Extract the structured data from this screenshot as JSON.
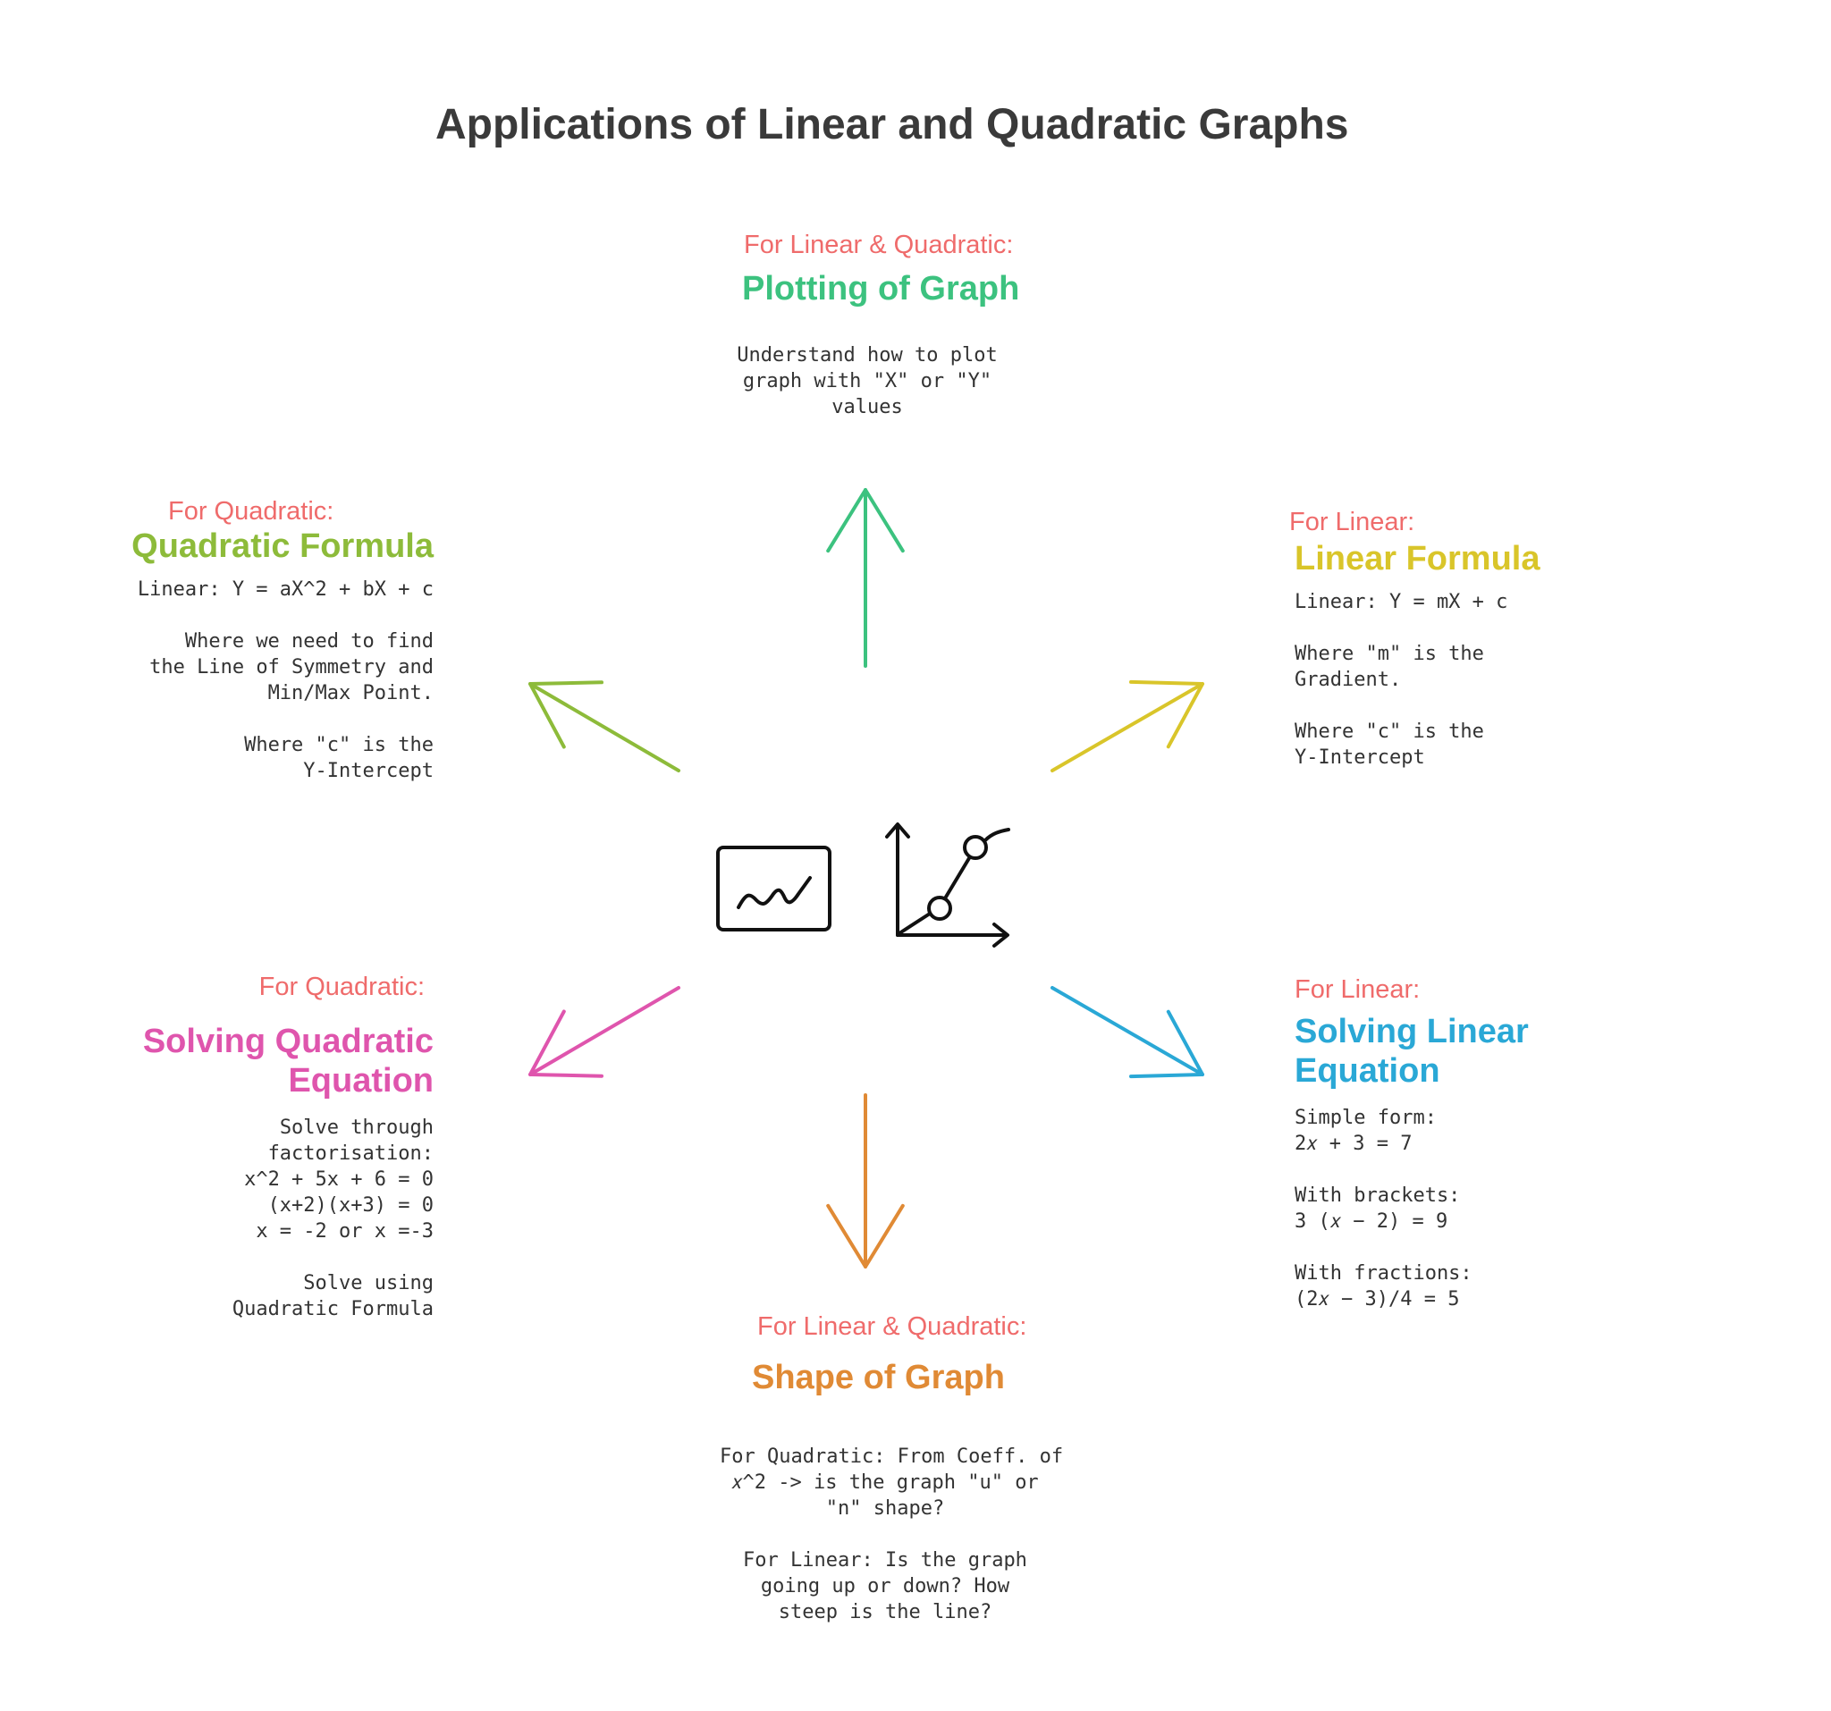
{
  "title": "Applications of Linear and Quadratic Graphs",
  "colors": {
    "label": "#ef6b6b",
    "plotting": "#3cc27f",
    "linear_formula": "#d9c52a",
    "solving_linear": "#2aa8d6",
    "shape": "#e08a35",
    "solving_quadratic": "#df55ad",
    "quadratic_formula": "#8dbb3a",
    "body_text": "#333333",
    "icon": "#111111"
  },
  "center_icons": [
    "line-chart-monitor-icon",
    "graph-axes-icon"
  ],
  "plotting": {
    "label": "For Linear & Quadratic:",
    "heading": [
      "Plotting of Graph"
    ],
    "body": [
      [
        "Understand how to plot",
        "graph with \"X\" or \"Y\"",
        "values"
      ]
    ]
  },
  "linear_formula": {
    "label": "For Linear:",
    "heading": [
      "Linear Formula"
    ],
    "body": [
      [
        "Linear: Y = mX + c"
      ],
      [
        "Where \"m\" is the",
        "Gradient."
      ],
      [
        "Where \"c\" is the",
        "Y-Intercept"
      ]
    ]
  },
  "solving_linear": {
    "label": "For Linear:",
    "heading": [
      "Solving Linear",
      "Equation"
    ],
    "body": [
      [
        "Simple form:",
        "2𝑥 + 3 = 7"
      ],
      [
        "With brackets:",
        "3 (𝑥 − 2) = 9"
      ],
      [
        "With fractions:",
        "(2𝑥 − 3)/4 = 5"
      ]
    ]
  },
  "shape": {
    "label": "For Linear & Quadratic:",
    "heading": [
      "Shape of Graph"
    ],
    "body": [
      [
        "For Quadratic: From Coeff. of",
        "𝑥^2 -> is the graph \"u\" or",
        "\"n\" shape?"
      ],
      [
        "For Linear: Is the graph",
        "going up or down? How",
        "steep is the line?"
      ]
    ]
  },
  "solving_quadratic": {
    "label": "For Quadratic:",
    "heading": [
      "Solving Quadratic",
      "Equation"
    ],
    "body": [
      [
        "Solve through",
        "factorisation:",
        "x^2 + 5x + 6 = 0",
        "(x+2)(x+3) = 0",
        "x = -2 or x =-3"
      ],
      [
        "Solve using",
        "Quadratic Formula"
      ]
    ]
  },
  "quadratic_formula": {
    "label": "For Quadratic:",
    "heading": [
      "Quadratic Formula"
    ],
    "body": [
      [
        "Linear: Y = aX^2 + bX + c"
      ],
      [
        "Where we need to find",
        "the Line of Symmetry and",
        "Min/Max Point."
      ],
      [
        "Where \"c\" is the",
        "Y-Intercept"
      ]
    ]
  }
}
